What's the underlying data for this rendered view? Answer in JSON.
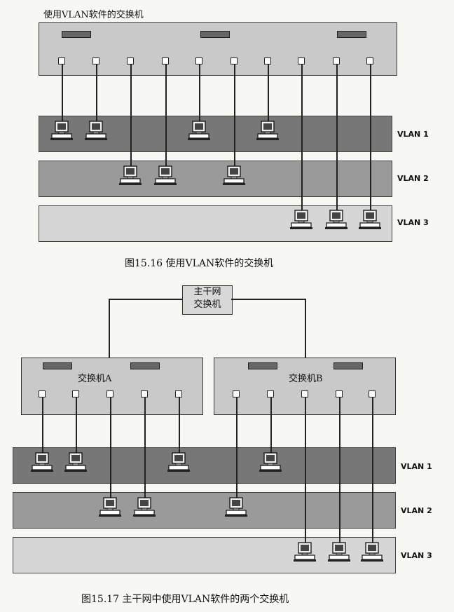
{
  "fig1": {
    "header": "使用VLAN软件的交换机",
    "caption": "图15.16  使用VLAN软件的交换机",
    "vlans": [
      "VLAN 1",
      "VLAN 2",
      "VLAN 3"
    ]
  },
  "fig2": {
    "core_switch": [
      "主干网",
      "交换机"
    ],
    "switch_a": "交换机A",
    "switch_b": "交换机B",
    "caption": "图15.17  主干网中使用VLAN软件的两个交换机",
    "vlans": [
      "VLAN 1",
      "VLAN 2",
      "VLAN 3"
    ]
  },
  "colors": {
    "switch": "#c9c9c9",
    "vlan1": "#777777",
    "vlan2": "#9a9a9a",
    "vlan3": "#d6d6d6"
  }
}
